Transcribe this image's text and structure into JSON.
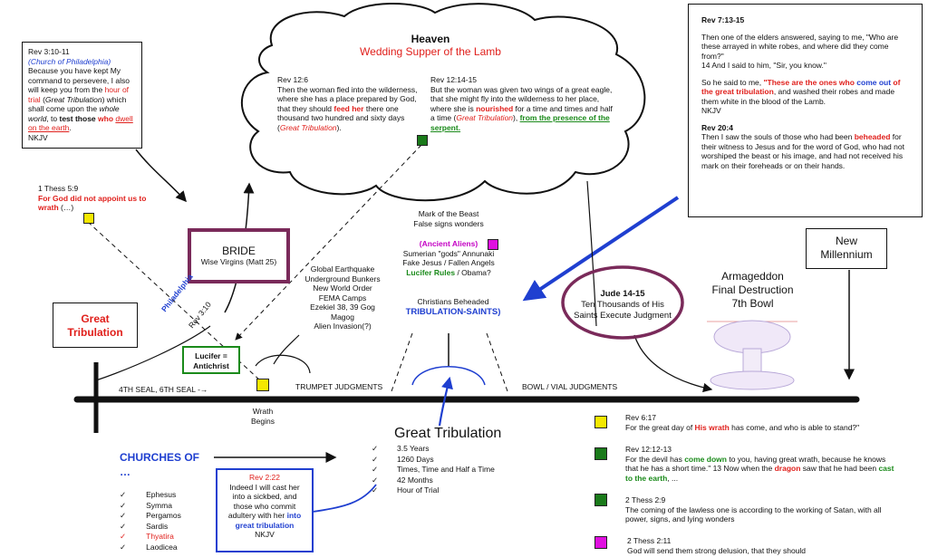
{
  "heaven": {
    "title": "Heaven",
    "subtitle": "Wedding Supper of the Lamb",
    "rev12_6": {
      "ref": "Rev 12:6",
      "text_a": "Then the woman fled into the wilderness, where she has a place prepared by God, that they should ",
      "feed_her": "feed her",
      "text_b": " there one thousand two hundred and sixty days (",
      "gt": "Great Tribulation",
      "text_c": ")."
    },
    "rev12_14": {
      "ref": "Rev 12:14-15",
      "text_a": "But the woman was given two wings of a great eagle, that she might fly into the wilderness to her place, where she is ",
      "nourished": "nourished",
      "text_b": " for a time and times and half a time (",
      "gt": "Great Tribulation",
      "text_c": "), ",
      "presence": "from the presence of the serpent."
    }
  },
  "rev3": {
    "ref": "Rev 3:10-11",
    "church": "(Church of Philadelphia)",
    "a": "Because you have kept My command to persevere, I also will keep you from the ",
    "hour": "hour of trial",
    "b": " (",
    "gt": "Great Tribulation",
    "c": ") which shall come upon the ",
    "whole": "whole world",
    "d": ", to ",
    "test": "test those",
    "e": " ",
    "who": "who",
    "f": " ",
    "dwell": "dwell on the earth",
    "g": ".",
    "ver": "NKJV"
  },
  "thess59": {
    "ref": "1 Thess 5:9",
    "quote": "For God did not appoint us to wrath",
    "rest": " (…)"
  },
  "rev7": {
    "ref": "Rev 7:13-15",
    "p1": "Then one of the elders answered, saying to me, \"Who are these arrayed in white robes, and where did they come from?\"",
    "p2": "14 And I said to him, \"Sir, you know.\"",
    "p3a": "So he said to me, ",
    "p3b": "\"These are the ones who ",
    "p3c": "come out",
    "p3d": " of the great tribulation",
    "p3e": ", and washed their robes and made them white in the blood of the Lamb.",
    "ver": "NKJV",
    "ref2": "Rev 20:4",
    "p4a": "Then I saw the souls of those who had been ",
    "p4b": "beheaded",
    "p4c": " for their witness to Jesus and for the word of God, who had not worshiped the beast or his image, and had not received his mark on their foreheads or on their hands."
  },
  "bride": {
    "title": "BRIDE",
    "sub": "Wise Virgins (Matt 25)"
  },
  "great_trib_left": {
    "line1": "Great",
    "line2": "Tribulation"
  },
  "philadelphia": {
    "name": "Philadelphia",
    "ref": "Rev 3:10"
  },
  "lucifer": {
    "line1": "Lucifer =",
    "line2": "Antichrist"
  },
  "wrath": {
    "line1": "Wrath",
    "line2": "Begins"
  },
  "trumpet": {
    "events": [
      "Global Earthquake",
      "Underground Bunkers",
      "New World Order",
      "FEMA Camps",
      "Ezekiel 38, 39 Gog",
      "Magog",
      "Alien Invasion(?)"
    ],
    "label": "TRUMPET JUDGMENTS"
  },
  "seals": "4TH SEAL, 6TH SEAL -→",
  "mark": {
    "line1": "Mark of the Beast",
    "line2": "False signs wonders",
    "aliens": "(Ancient Aliens)",
    "line3": "Sumerian \"gods\" Annunaki",
    "line4": "Fake Jesus / Fallen Angels",
    "lucifer_rules": "Lucifer Rules",
    "obama": " / Obama?"
  },
  "saints": {
    "beheaded": "Christians Beheaded",
    "trib_saints": "TRIBULATION-SAINTS)"
  },
  "jude": {
    "ref": "Jude 14-15",
    "l1": "Ten Thousands of His",
    "l2": "Saints Execute Judgment"
  },
  "armageddon": {
    "l1": "Armageddon",
    "l2": "Final Destruction",
    "l3": "7th Bowl"
  },
  "millennium": {
    "l1": "New",
    "l2": "Millennium"
  },
  "bowl": "BOWL / VIAL JUDGMENTS",
  "great_trib_center": {
    "title": "Great Tribulation",
    "items": [
      "3.5 Years",
      "1260 Days",
      "Times, Time and Half a Time",
      "42 Months",
      "Hour of Trial"
    ]
  },
  "churches": {
    "title": "CHURCHES OF",
    "dots": "…",
    "items": [
      "Ephesus",
      "Symma",
      "Pergamos",
      "Sardis",
      "Thyatira",
      "Laodicea"
    ]
  },
  "rev2_22": {
    "ref": "Rev 2:22",
    "a": "Indeed I will cast her into a sickbed, and those who commit adultery with her ",
    "b": "into great tribulation",
    "ver": "NKJV"
  },
  "legend": [
    {
      "ref": "Rev 6:17",
      "a": "For the great day of ",
      "red": "His wrath",
      "b": " has come, and who is able to stand?\""
    },
    {
      "ref": "Rev 12:12-13",
      "a": "For the devil has ",
      "g1": "come down",
      "b": " to you, having great wrath, because he knows that he has a short time.\" 13 Now when the ",
      "r": "dragon",
      "c": " saw that he had been ",
      "g2": "cast to the earth",
      "d": ", ..."
    },
    {
      "ref": "2 Thess 2:9",
      "a": "The coming of the lawless one is according to the working of Satan, with all power, signs, and lying wonders"
    },
    {
      "ref": "2 Thess 2:11",
      "a": "God will send them strong delusion, that they should"
    }
  ],
  "colors": {
    "red": "#e0201c",
    "blue": "#1f3fd0",
    "green": "#1a7a1a",
    "yellow": "#f5e800",
    "magenta": "#e010e0",
    "purple": "#7a2a5a"
  }
}
